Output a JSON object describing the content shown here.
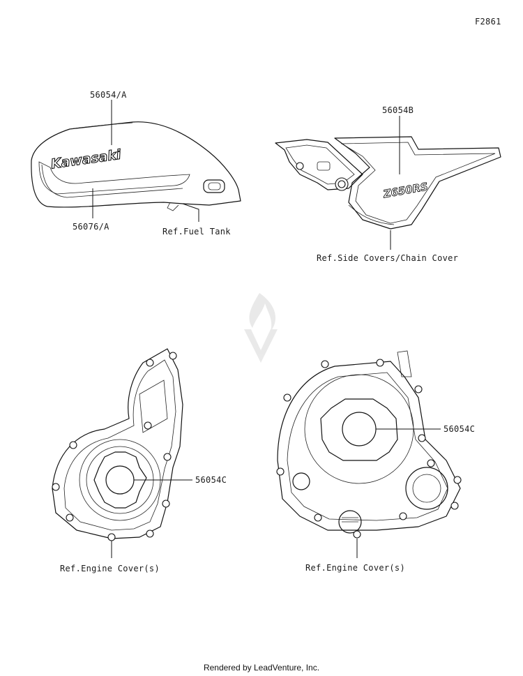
{
  "figure_id": "F2861",
  "callouts": {
    "tank_emblem": "56054/A",
    "tank_stripe": "56076/A",
    "side_cover_emblem": "56054B",
    "left_engine_cover_emblem": "56054C",
    "right_engine_cover_emblem": "56054C"
  },
  "references": {
    "fuel_tank": "Ref.Fuel Tank",
    "side_covers": "Ref.Side Covers/Chain Cover",
    "left_engine_cover": "Ref.Engine Cover(s)",
    "right_engine_cover": "Ref.Engine Cover(s)"
  },
  "decal_text": {
    "brand": "Kawasaki",
    "model": "Z650RS"
  },
  "footer": "Rendered by LeadVenture, Inc."
}
